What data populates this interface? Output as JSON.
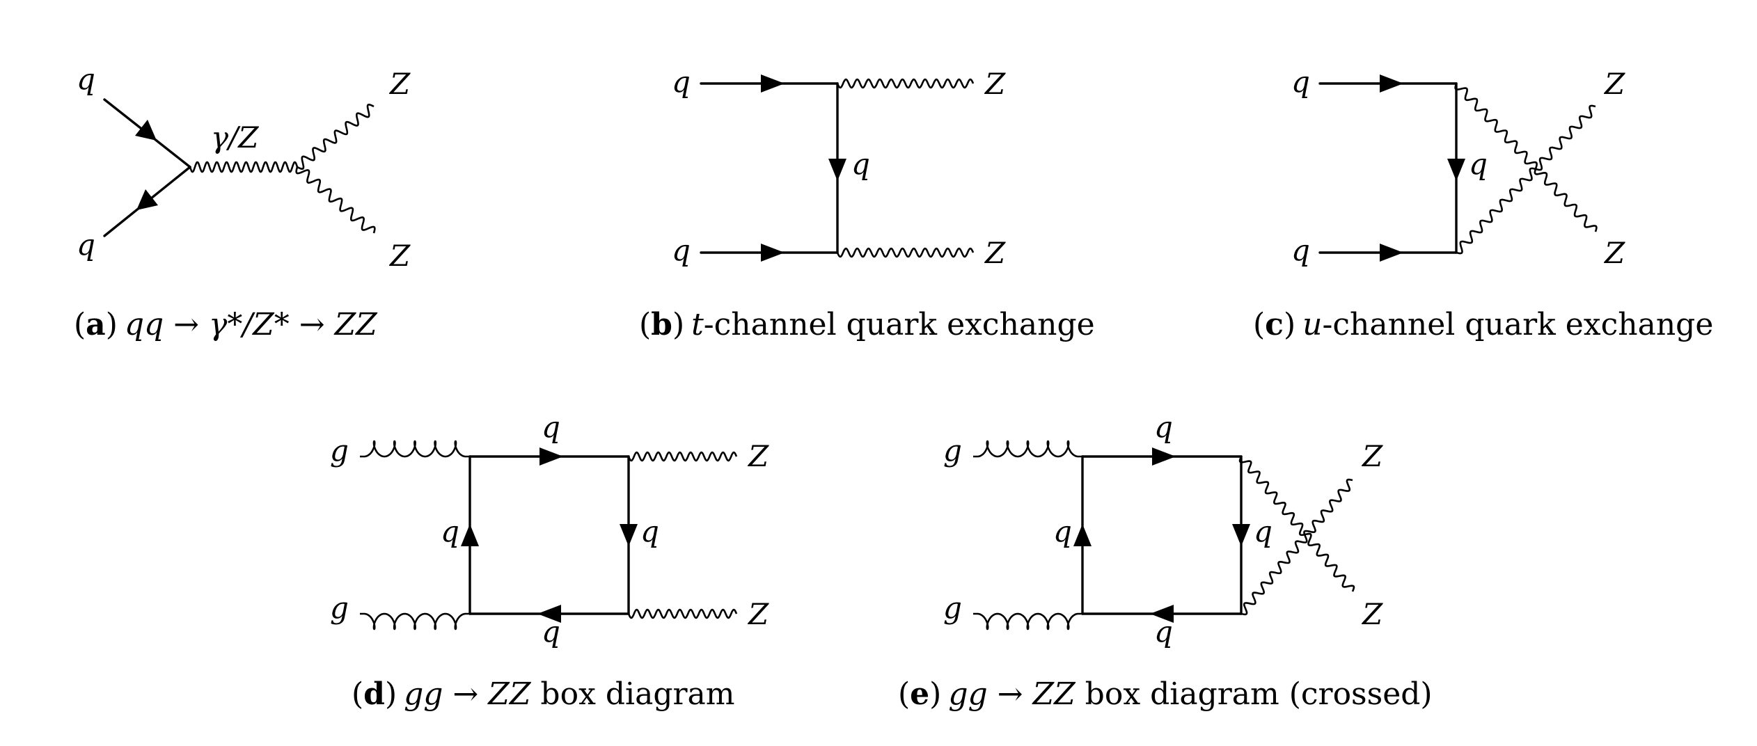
{
  "diagrams": {
    "a": {
      "labels": {
        "q_top": "q",
        "q_bottom": "q",
        "propagator": "γ/Z",
        "z_top": "Z",
        "z_bottom": "Z"
      },
      "caption": {
        "letter": "a",
        "open": "(",
        "close": ")",
        "text_math": "qq → γ*/Z* → ZZ"
      }
    },
    "b": {
      "labels": {
        "q_top": "q",
        "q_bottom": "q",
        "q_exchange": "q",
        "z_top": "Z",
        "z_bottom": "Z"
      },
      "caption": {
        "letter": "b",
        "open": "(",
        "close": ")",
        "var": "t",
        "text": "-channel quark exchange"
      }
    },
    "c": {
      "labels": {
        "q_top": "q",
        "q_bottom": "q",
        "q_exchange": "q",
        "z_top": "Z",
        "z_bottom": "Z"
      },
      "caption": {
        "letter": "c",
        "open": "(",
        "close": ")",
        "var": "u",
        "text": "-channel quark exchange"
      }
    },
    "d": {
      "labels": {
        "g_top": "g",
        "g_bottom": "g",
        "q_top": "q",
        "q_bottom": "q",
        "q_left": "q",
        "q_right": "q",
        "z_top": "Z",
        "z_bottom": "Z"
      },
      "caption": {
        "letter": "d",
        "open": "(",
        "close": ")",
        "math": "gg → ZZ",
        "text": " box diagram"
      }
    },
    "e": {
      "labels": {
        "g_top": "g",
        "g_bottom": "g",
        "q_top": "q",
        "q_bottom": "q",
        "q_left": "q",
        "q_right": "q",
        "z_top": "Z",
        "z_bottom": "Z"
      },
      "caption": {
        "letter": "e",
        "open": "(",
        "close": ")",
        "math": "gg → ZZ",
        "text": " box diagram (crossed)"
      }
    }
  }
}
